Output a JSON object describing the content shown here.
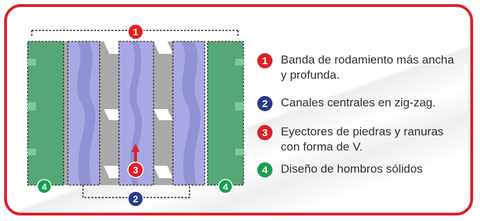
{
  "colors": {
    "frame": "#e01e26",
    "badge_1": "#e01e26",
    "badge_2": "#283a8c",
    "badge_3": "#e01e26",
    "badge_4": "#18a050",
    "shoulder": "#55a778",
    "groove": "#9497d6",
    "gap": "#a9a9a9"
  },
  "callouts": {
    "c1": "1",
    "c2": "2",
    "c3": "3",
    "c4_left": "4",
    "c4_right": "4"
  },
  "legend": [
    {
      "number": "1",
      "text": "Banda de rodamiento más ancha y profunda."
    },
    {
      "number": "2",
      "text": "Canales centrales en zig-zag."
    },
    {
      "number": "3",
      "text": "Eyectores de piedras y ranuras con forma de V."
    },
    {
      "number": "4",
      "text": "Diseño de hombros sólidos"
    }
  ]
}
